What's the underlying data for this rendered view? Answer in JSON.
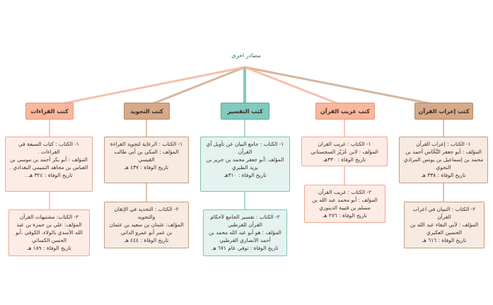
{
  "root": {
    "title": "مصادر اخرى"
  },
  "categories": [
    {
      "id": "irab",
      "title": "كتب إعراب القرآن",
      "color": "#d5a98a"
    },
    {
      "id": "gharib",
      "title": "كتب غريب القرآن",
      "color": "#f9b79e"
    },
    {
      "id": "tafsir",
      "title": "كتب التفسير",
      "color": "#82c9bf"
    },
    {
      "id": "tajwid",
      "title": "كتب التجويد",
      "color": "#d5a98a"
    },
    {
      "id": "qiraat",
      "title": "كتب القراءات",
      "color": "#f9b79e"
    }
  ],
  "books": {
    "irab_1": [
      "١- الكتاب : إعراب القرآن",
      "المؤلف : أبو جعفر النَّحَّاس أحمد بن محمد بن إسماعيل بن يونس المرادي النحوي",
      "تاريخ الوفاة : ٣٣٨ هـ"
    ],
    "irab_2": [
      "٢- الكتاب : التبيان في اعراب القرآن",
      "المؤلف : لأبي البقاء عبد الله بن الحسين العكبري",
      "تاريخ الوفاة : ٦١٦ هـ"
    ],
    "gharib_1": [
      "١- الكتاب : غريب القران",
      "المؤلف : لابن عُزَيْز السجستاني",
      "تاريخ الوفاة : ٣٣٠هـ"
    ],
    "gharib_2": [
      "٢- الكتاب : غريب القرآن",
      "المؤلف : أبو محمد عبد الله بن مسلم بن قتيبة الدينوري",
      "تاريخ الوفاة : ٢٧٦ هـ"
    ],
    "tafsir_1": [
      "١- الكتاب : جامع البيان عن تأويل آي القرآن",
      "المؤلف :أبو جعفر محمد بن جرير بن يزيد الطبري",
      "تاريخ الوفاة : ٣١٠هـ"
    ],
    "tafsir_2": [
      "٢- الكتاب : تفسير الجامع لأحكام القرآن للقرطبي",
      "المؤلف : هو أبو عبد الله محمد بن أحمد الأنصاري القرطبي",
      "تاريخ الوفاة : توفي عام ٦٧١ هـ"
    ],
    "tajwid_1": [
      "١- الكتاب : الرعاية لتجويد القراءة",
      "المؤلف : المكي بن أبي طالب القيسي",
      "تاريخ الوفاة : ٤٣٧ هـ"
    ],
    "tajwid_2": [
      "٢- الكتاب : التحديد في الإتقان والتجويد",
      "المؤلف: عثمان بن سعيد بن عثمان بن عمر أبو عمرو الداني",
      "تاريخ الوفاة : ٤٤٤ هـ"
    ],
    "qiraat_1": [
      "١- الكتاب : كتاب السبعة في القراءات .",
      "المؤلف : أبو بكر أحمد بن موسى بن العباس بن مجاهد التميمي البغدادي .",
      "تاريخ الوفاة : ٣٢٤ هـ ."
    ],
    "qiraat_2": [
      "٢- الكتاب: مشتبهات القرآن",
      "المؤلف: علي بن حمزة بن عبد الله الأسدي بالولاء، الكوفي .أبو الحسن الكسائي",
      "تاريخ الوفاة : ١٨٩ هـ"
    ]
  }
}
